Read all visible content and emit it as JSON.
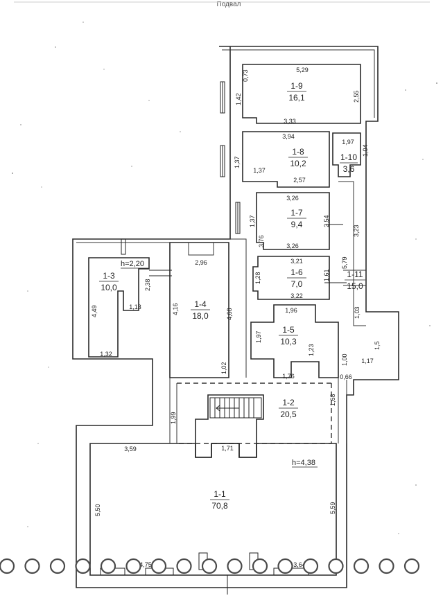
{
  "header": {
    "text": "Подвал"
  },
  "rooms": [
    {
      "id": "1-9",
      "number": "1-9",
      "area": "16,1"
    },
    {
      "id": "1-8",
      "number": "1-8",
      "area": "10,2"
    },
    {
      "id": "1-10",
      "number": "1-10",
      "area": "3,6"
    },
    {
      "id": "1-7",
      "number": "1-7",
      "area": "9,4"
    },
    {
      "id": "1-6",
      "number": "1-6",
      "area": "7,0"
    },
    {
      "id": "1-11",
      "number": "1-11",
      "area": "15,0"
    },
    {
      "id": "1-3",
      "number": "1-3",
      "area": "10,0"
    },
    {
      "id": "1-4",
      "number": "1-4",
      "area": "18,0"
    },
    {
      "id": "1-5",
      "number": "1-5",
      "area": "10,3"
    },
    {
      "id": "1-2",
      "number": "1-2",
      "area": "20,5"
    },
    {
      "id": "1-1",
      "number": "1-1",
      "area": "70,8"
    }
  ],
  "heights": {
    "h1": "h=2,20",
    "h2": "h=4,38"
  },
  "dims": {
    "d073": "0,73",
    "d529": "5,29",
    "d142": "1,42",
    "d255": "2,55",
    "d333": "3,33",
    "d394": "3,94",
    "d197": "1,97",
    "d104": "1,04",
    "d137a": "1,37",
    "d137b": "1,37",
    "d257": "2,57",
    "d326a": "3,26",
    "d137c": "1,37",
    "d254": "2,54",
    "d323": "3,23",
    "d376": "3,76",
    "d326b": "3,26",
    "d579": "5,79",
    "d296": "2,96",
    "d238": "2,38",
    "d449": "4,49",
    "d113": "1,13",
    "d132": "1,32",
    "d416": "4,16",
    "d468": "4,68",
    "d102": "1,02",
    "d321": "3,21",
    "d128": "1,28",
    "d161": "1,61",
    "d322": "3,22",
    "d196": "1,96",
    "d103": "1,03",
    "d197b": "1,97",
    "d123": "1,23",
    "d15": "1,5",
    "d100": "1,00",
    "d117": "1,17",
    "d176": "1,76",
    "d066": "0,66",
    "d199": "1,99",
    "d168": "1,68",
    "d359": "3,59",
    "d171": "1,71",
    "d550": "5,50",
    "d559": "5,59",
    "d475": "4,75",
    "d364": "3,64"
  },
  "stamp": {
    "rings": 17
  }
}
